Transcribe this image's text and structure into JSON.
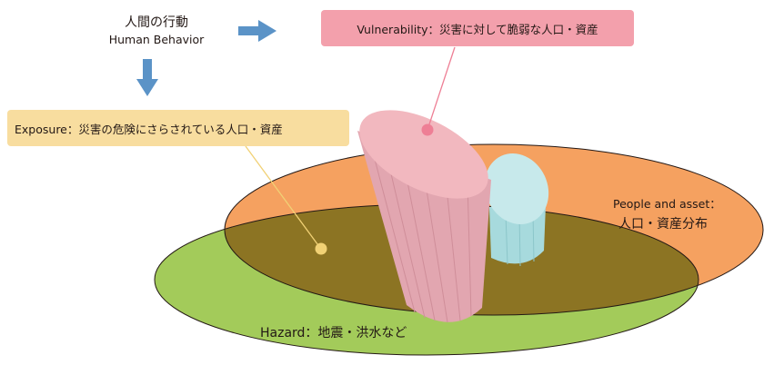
{
  "header": {
    "title_jp": "人間の行動",
    "title_en": "Human Behavior"
  },
  "vulnerability": {
    "label": "Vulnerability：災害に対して脆弱な人口・資産",
    "color": "#f3a0ac"
  },
  "exposure": {
    "label": "Exposure：災害の危険にさらされている人口・資産",
    "color": "#f8dd9f"
  },
  "people_asset": {
    "title": "People and asset：",
    "subtitle": "人口・資産分布",
    "color": "#f5a160"
  },
  "hazard": {
    "label": "Hazard：地震・洪水など",
    "color": "#a3cb5a"
  },
  "overlap_color": "#8c7423",
  "arrow_color": "#5b93c7",
  "icons": [
    "arrow-right-icon",
    "arrow-down-icon"
  ]
}
